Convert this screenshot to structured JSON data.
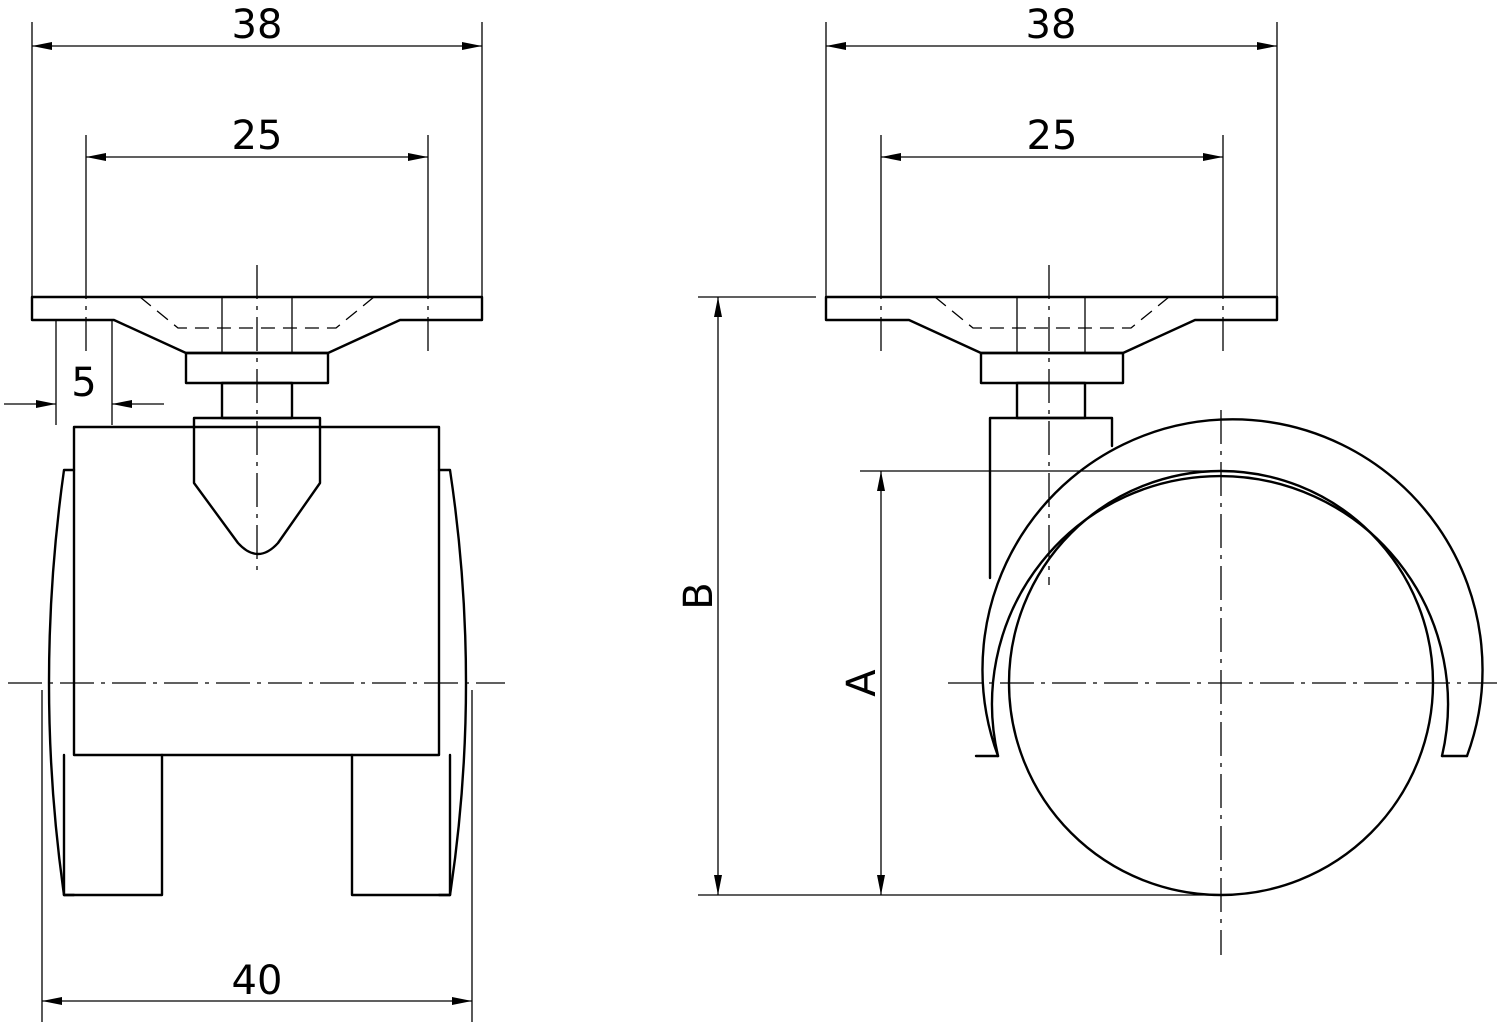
{
  "dimensions": {
    "front_outer_width": "38",
    "front_hole_spacing": "25",
    "front_offset": "5",
    "front_wheel_width": "40",
    "side_outer_width": "38",
    "side_hole_spacing": "25",
    "side_total_height": "B",
    "side_wheel_height": "A"
  }
}
